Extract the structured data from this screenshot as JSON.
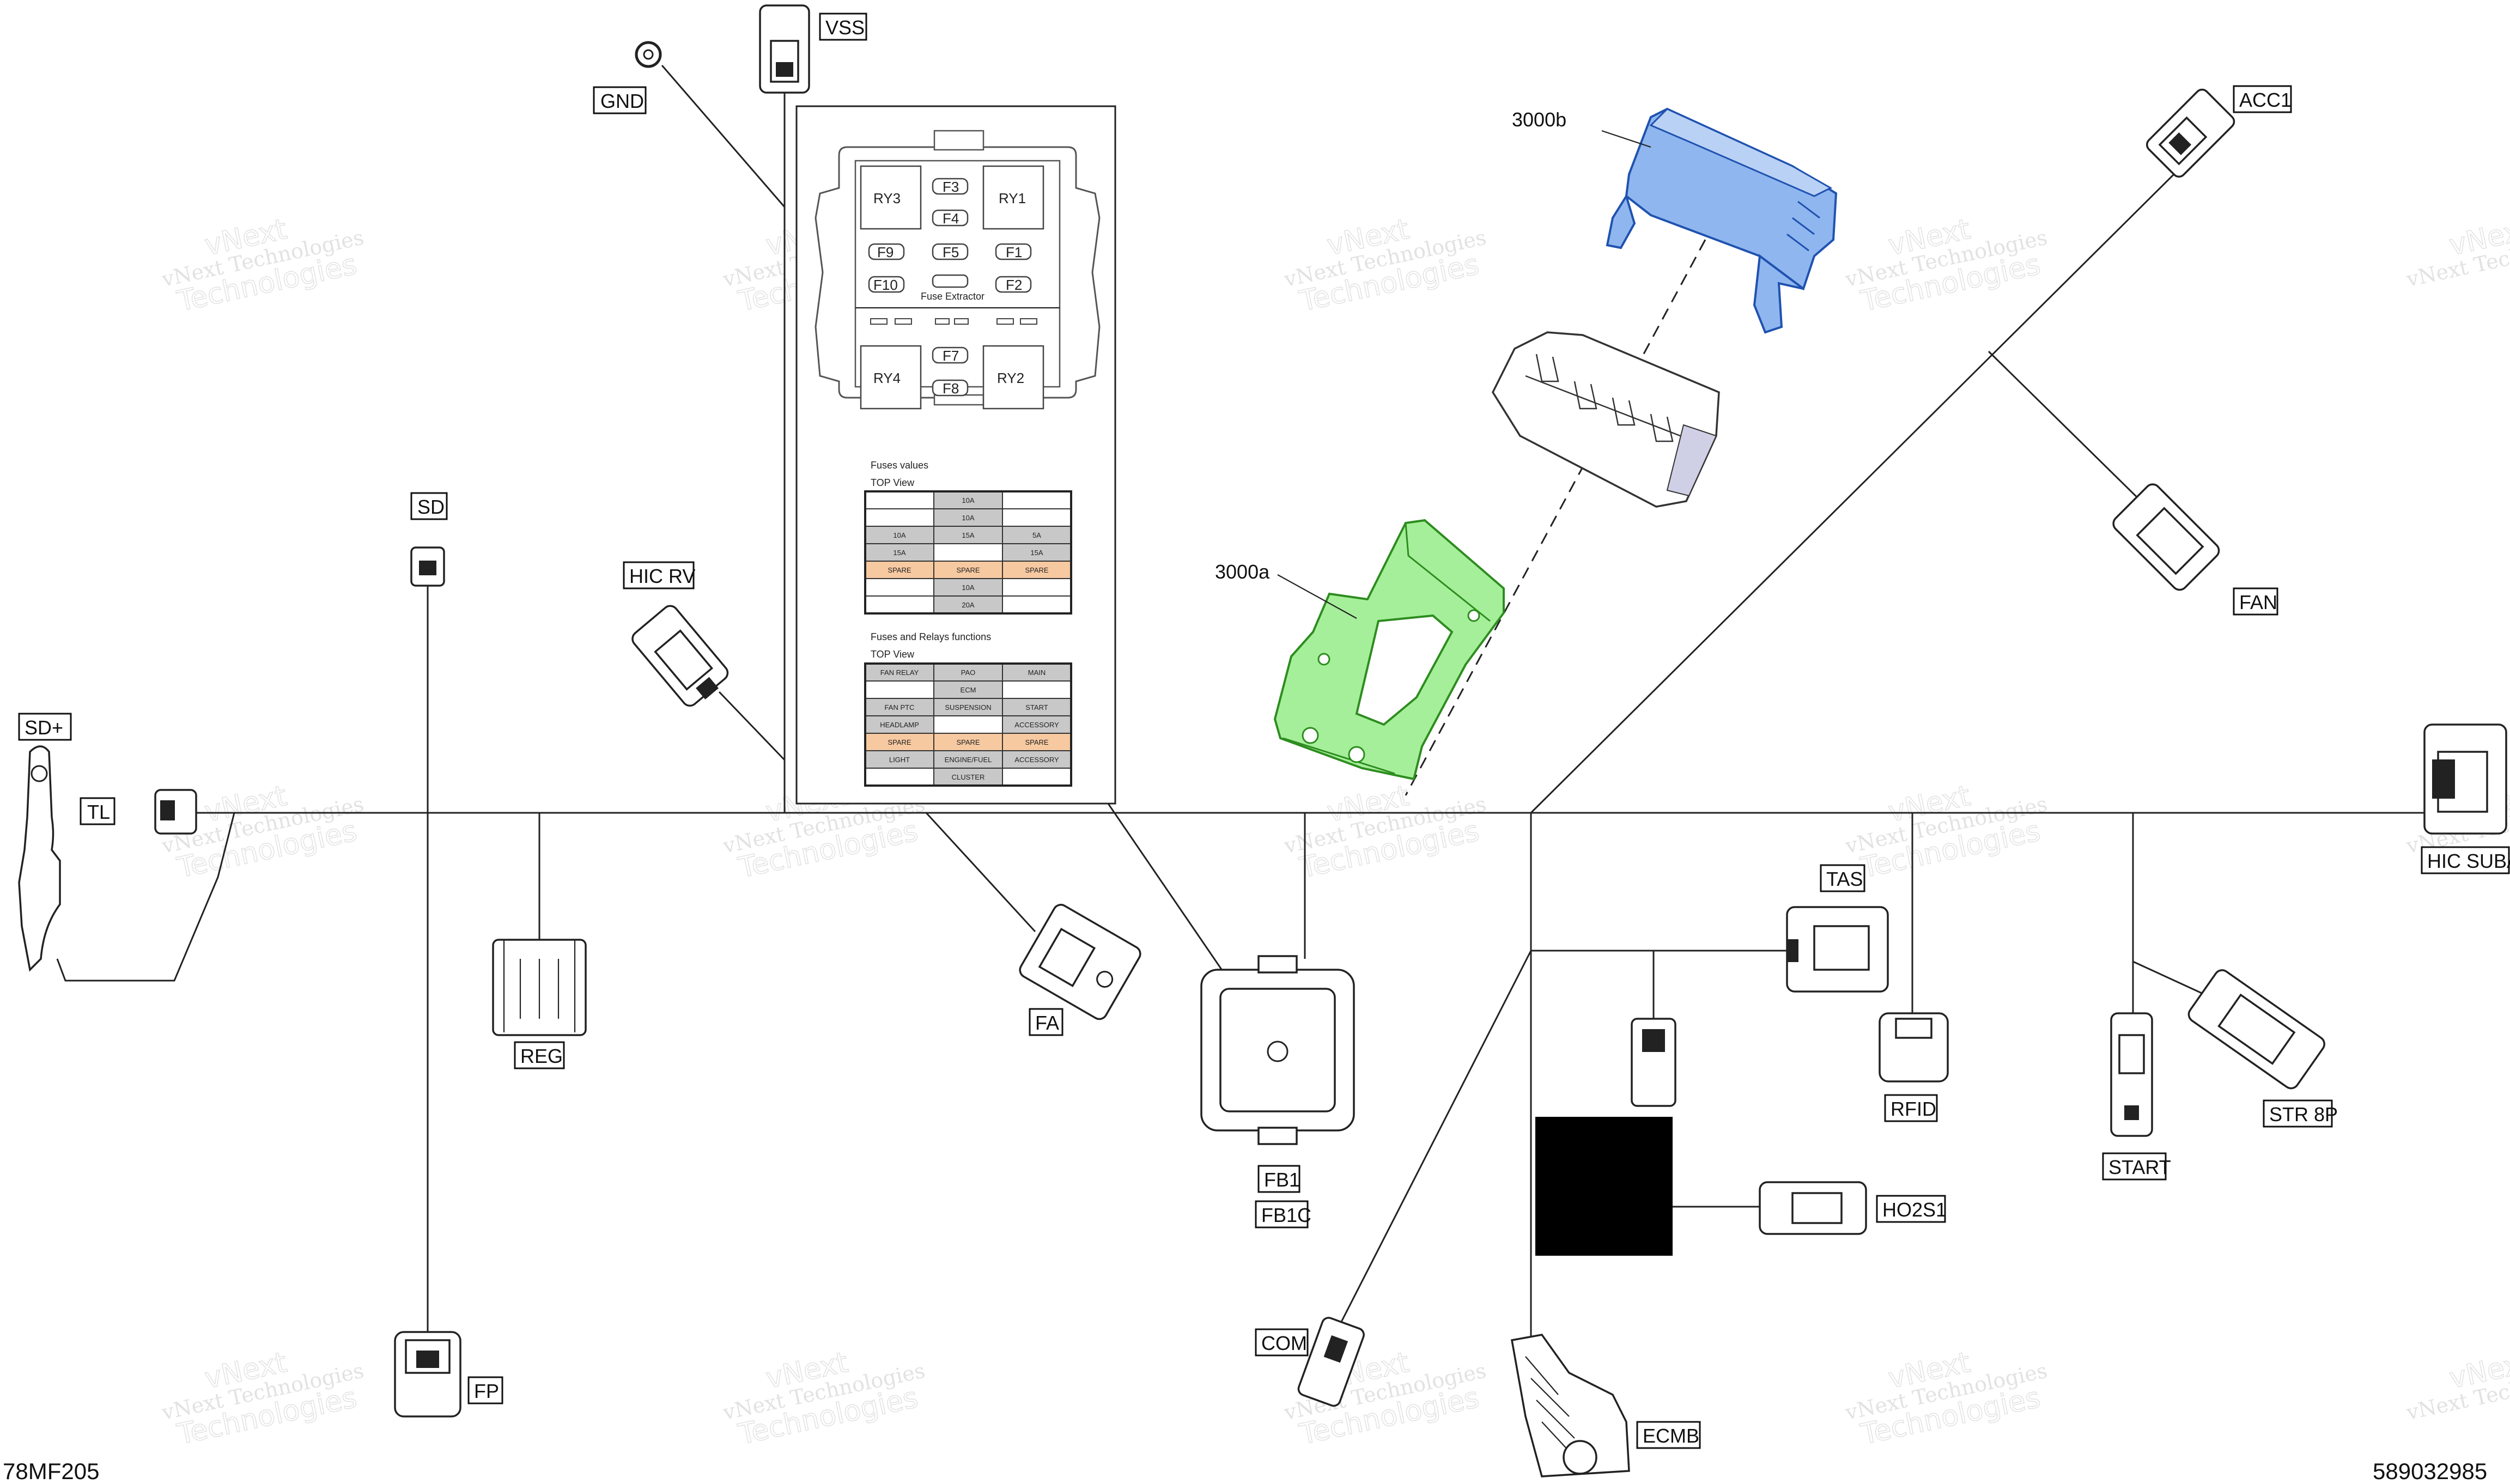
{
  "diagram": {
    "connector_labels": {
      "vss": "VSS",
      "gnd": "GND",
      "acc1": "ACC1",
      "fan": "FAN",
      "sd": "SD",
      "hic_rv": "HIC  RV",
      "sd_plus": "SD+",
      "tl": "TL",
      "hic_suba": "HIC SUBA",
      "tas": "TAS",
      "reg": "REG",
      "fa": "FA",
      "fb1": "FB1",
      "fb1c": "FB1C",
      "rfid": "RFID",
      "start": "START",
      "str8p": "STR 8P",
      "h02s1": "HO2S1",
      "com": "COM",
      "ecmb": "ECMB",
      "fp": "FP"
    },
    "callouts": {
      "part_3000b": "3000b",
      "part_3000a": "3000a"
    },
    "corners": {
      "left_code": "78MF205",
      "right_code": "589032985"
    },
    "watermark": {
      "line1": "vNext Technologies",
      "line2": "vNext",
      "line3": "Technologies"
    },
    "fuse_box": {
      "relays": [
        "RY3",
        "RY1",
        "RY4",
        "RY2"
      ],
      "fuses": [
        "F3",
        "F4",
        "F9",
        "F5",
        "F1",
        "F10",
        "F2",
        "F7",
        "F8"
      ],
      "extractor_label": "Fuse Extractor",
      "values_title": "Fuses values",
      "values_subtitle": "TOP View",
      "values_table": [
        [
          "",
          "10A",
          ""
        ],
        [
          "",
          "10A",
          ""
        ],
        [
          "10A",
          "15A",
          "5A"
        ],
        [
          "15A",
          "",
          "15A"
        ],
        [
          "SPARE",
          "SPARE",
          "SPARE"
        ],
        [
          "",
          "10A",
          ""
        ],
        [
          "",
          "20A",
          ""
        ]
      ],
      "functions_title": "Fuses and Relays functions",
      "functions_subtitle": "TOP View",
      "functions_table": [
        [
          "FAN RELAY",
          "PAO",
          "MAIN"
        ],
        [
          "",
          "ECM",
          ""
        ],
        [
          "FAN PTC",
          "SUSPENSION",
          "START"
        ],
        [
          "HEADLAMP",
          "",
          "ACCESSORY"
        ],
        [
          "SPARE",
          "SPARE",
          "SPARE"
        ],
        [
          "LIGHT",
          "ENGINE/FUEL",
          "ACCESSORY"
        ],
        [
          "",
          "CLUSTER",
          ""
        ]
      ]
    },
    "colors": {
      "part_3000b": "#8fb6ee",
      "part_3000b_stroke": "#1f52b0",
      "part_3000a": "#a6ef9a",
      "part_3000a_stroke": "#2d8d1f",
      "spare_cell": "#f7c9a1",
      "gray_cell": "#c8c8c8",
      "black_block": "#000000"
    }
  }
}
